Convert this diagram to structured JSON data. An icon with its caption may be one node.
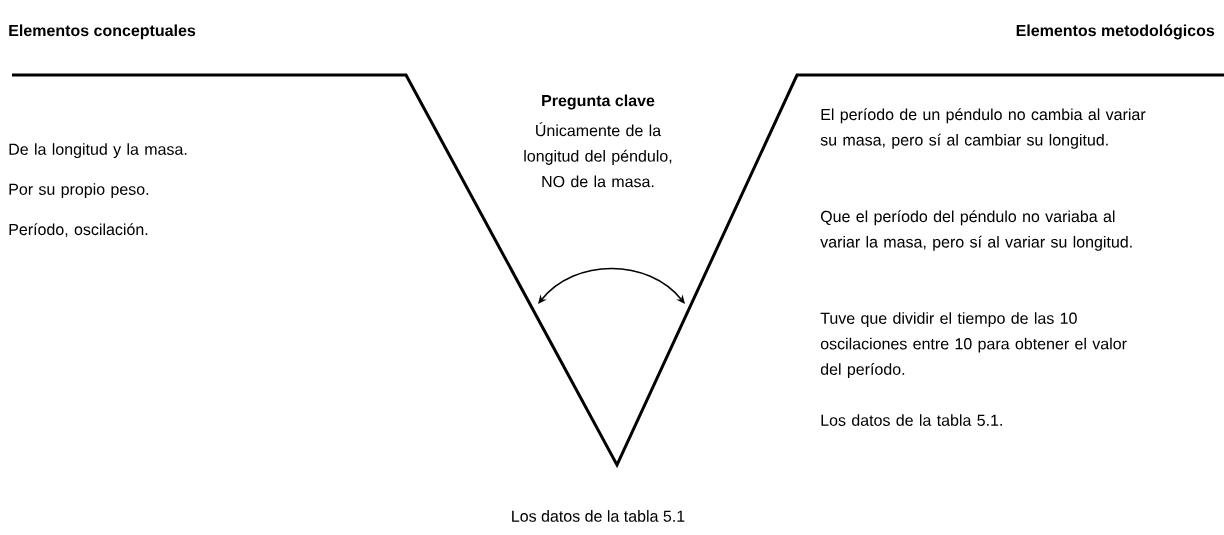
{
  "diagram": {
    "labels": [
      "Elementos conceptuales",
      "Elementos metodológicos",
      "Pregunta clave",
      "Únicamente de la longitud del péndulo, NO de la masa.",
      "De la longitud y la masa.",
      "Por su propio peso.",
      "Período, oscilación.",
      "El período de un péndulo no cambia al variar su masa, pero sí al cambiar su longitud.",
      "Que el período del péndulo no variaba al variar la masa, pero sí al variar su longitud.",
      "Tuve que dividir el tiempo de las 10 oscilaciones entre 10 para obtener el valor del período.",
      "Los datos de la tabla 5.1.",
      "Los datos de la tabla 5.1"
    ]
  }
}
